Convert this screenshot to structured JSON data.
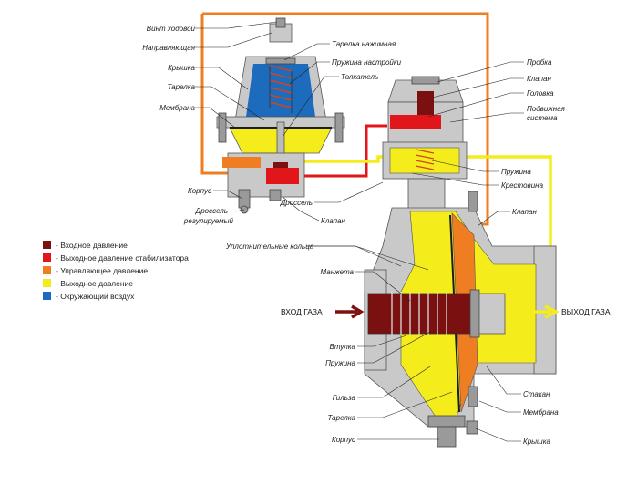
{
  "colors": {
    "inlet": "#7a1010",
    "stabilizer": "#e0161b",
    "control": "#ef7d22",
    "outlet": "#f5ec1c",
    "ambient": "#1c6bbd",
    "metal": "#c9c9c9"
  },
  "legend": [
    {
      "label": "- Входное давление",
      "color": "#7a1010"
    },
    {
      "label": "- Выходное давление стабилизатора",
      "color": "#e0161b"
    },
    {
      "label": "- Управляющее давление",
      "color": "#ef7d22"
    },
    {
      "label": "- Выходное давление",
      "color": "#f5ec1c"
    },
    {
      "label": "- Окружающий воздух",
      "color": "#1c6bbd"
    }
  ],
  "flow": {
    "inlet": "ВХОД ГАЗА",
    "outlet": "ВЫХОД ГАЗА"
  },
  "labels": {
    "vint_hodovoy": "Винт ходовой",
    "napravlyayushaya": "Направляющая",
    "kryshka": "Крышка",
    "tarelka": "Тарелка",
    "membrana": "Мембрана",
    "korpus_pilot": "Корпус",
    "drossel_reg_1": "Дроссель",
    "drossel_reg_2": "регулируемый",
    "tarelka_nazhimnaya": "Тарелка нажимная",
    "pruzhina_nastroyki": "Пружина настройки",
    "tolkatel": "Толкатель",
    "probka": "Пробка",
    "klapan_top": "Клапан",
    "golovka": "Головка",
    "podvizhnaya_1": "Подвижная",
    "podvizhnaya_2": "система",
    "pruzhina_right": "Пружина",
    "krestovina": "Крестовина",
    "drossel": "Дроссель",
    "klapan_pilot": "Клапан",
    "klapan_main": "Клапан",
    "uplotnitelnye": "Уплотнительные кольца",
    "manzheta": "Манжета",
    "vtulka": "Втулка",
    "pruzhina_main": "Пружина",
    "gilza": "Гильза",
    "tarelka_main": "Тарелка",
    "korpus_main": "Корпус",
    "stakan": "Стакан",
    "membrana_main": "Мембрана",
    "kryshka_main": "Крышка"
  }
}
